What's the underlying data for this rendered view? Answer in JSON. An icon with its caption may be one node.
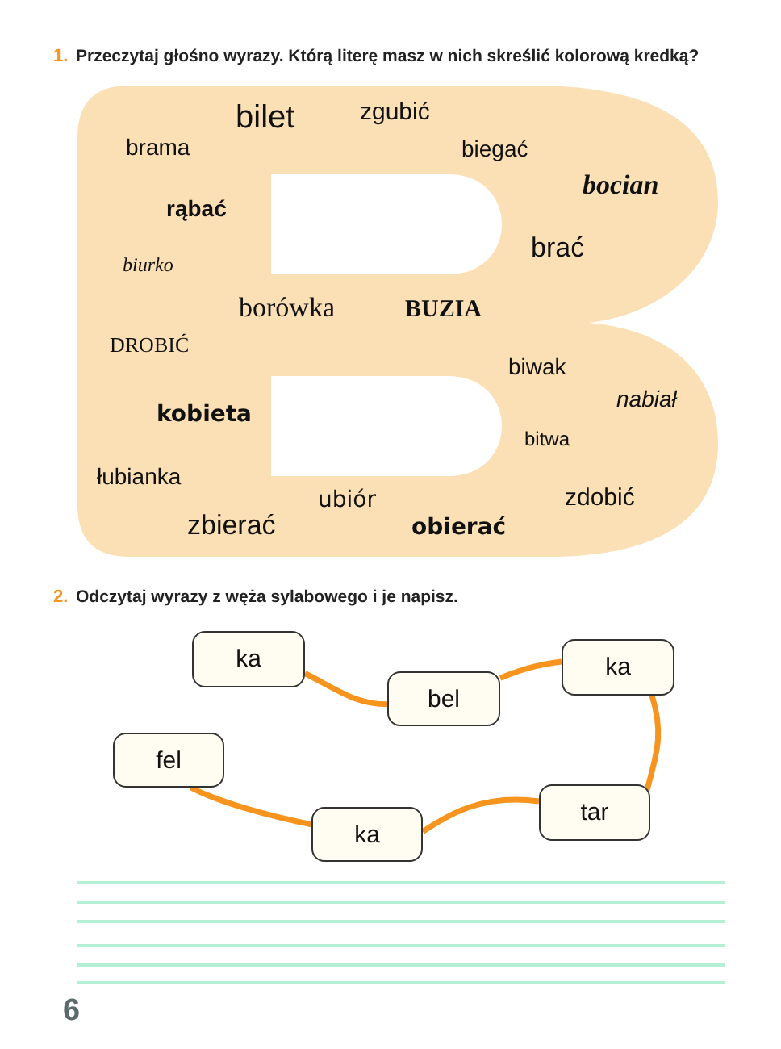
{
  "diagram": {
    "nodes": [
      {
        "text": [
          "bilet",
          "zgubić",
          "brama",
          "biegać",
          "bocian",
          "rąbać",
          "brać",
          "biurko",
          "borówka",
          "BUZIA",
          "DROBIĆ",
          "biwak",
          "nabiał",
          "kobieta",
          "bitwa",
          "łubianka",
          "zdobić",
          "ubiór",
          "zbierać",
          "obierać"
        ]
      },
      {
        "text": [
          "ka"
        ]
      },
      {
        "text": [
          "ka"
        ]
      },
      {
        "text": [
          "bel"
        ]
      },
      {
        "text": [
          "fel"
        ]
      },
      {
        "text": [
          "tar"
        ]
      },
      {
        "text": [
          "ka"
        ]
      }
    ],
    "edges": [
      {
        "from": 1,
        "to": 3,
        "arrow": "none"
      },
      {
        "from": 3,
        "to": 2,
        "arrow": "none"
      },
      {
        "from": 2,
        "to": 5,
        "arrow": "none"
      },
      {
        "from": 5,
        "to": 6,
        "arrow": "none"
      },
      {
        "from": 6,
        "to": 4,
        "arrow": "none"
      }
    ],
    "labels": [
      "1.",
      "Przeczytaj głośno wyrazy. Którą literę masz w nich skreślić kolorową kredką?",
      "2.",
      "Odczytaj wyrazy z węża sylabowego i je napisz.",
      "6"
    ]
  }
}
